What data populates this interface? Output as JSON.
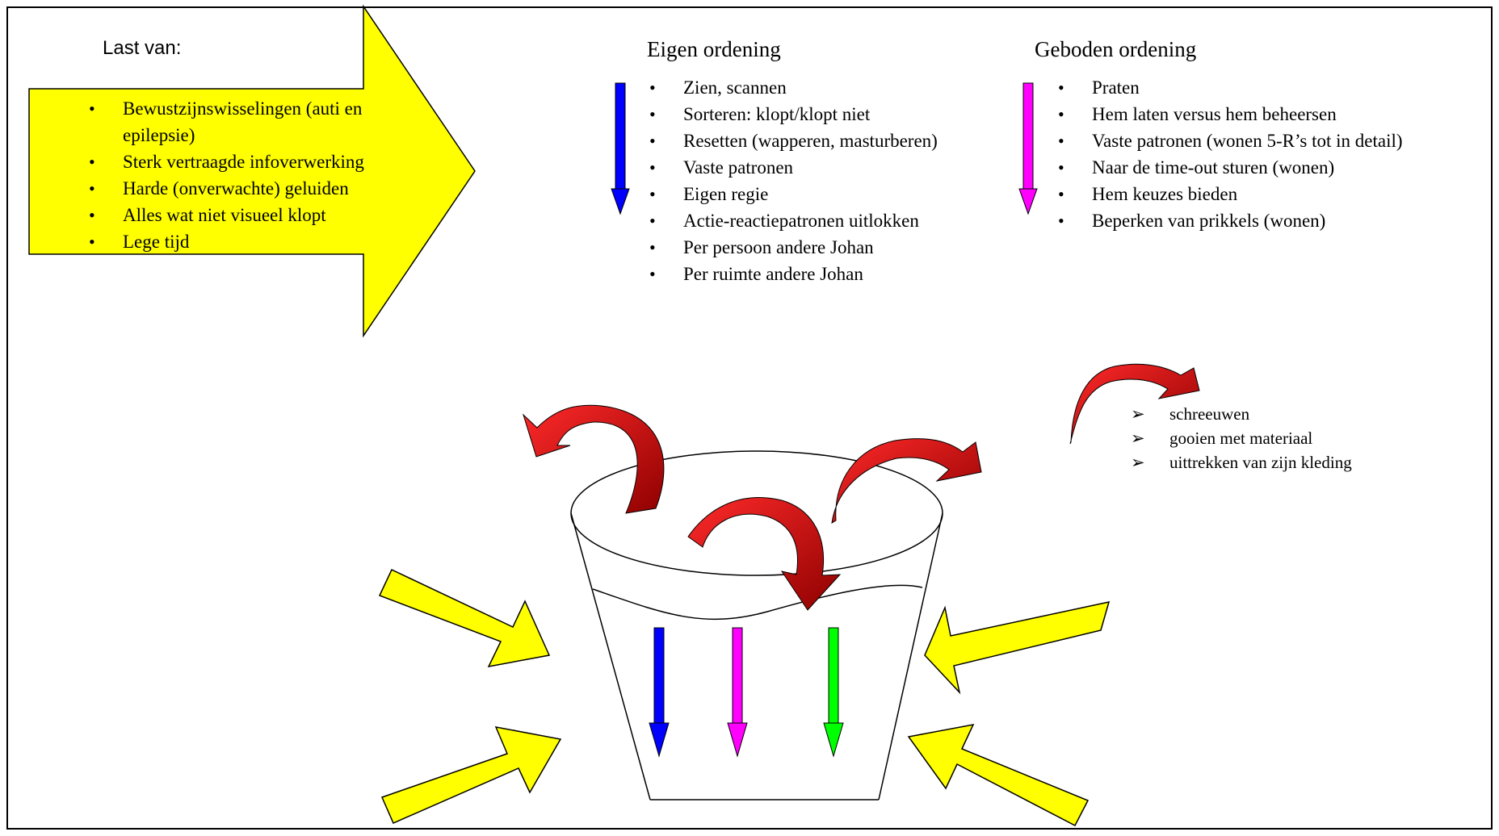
{
  "last_van": {
    "title": "Last van:",
    "items": [
      "Bewustzijnswisselingen (auti en epilepsie)",
      "Sterk vertraagde infoverwerking",
      "Harde (onverwachte) geluiden",
      "Alles wat niet visueel klopt",
      "Lege tijd"
    ]
  },
  "eigen_ordening": {
    "title": "Eigen ordening",
    "items": [
      "Zien, scannen",
      "Sorteren: klopt/klopt niet",
      "Resetten (wapperen, masturberen)",
      "Vaste patronen",
      "Eigen regie",
      "Actie-reactiepatronen uitlokken",
      "Per persoon andere Johan",
      "Per ruimte andere Johan"
    ]
  },
  "geboden_ordening": {
    "title": "Geboden ordening",
    "items": [
      "Praten",
      "Hem laten versus hem beheersen",
      "Vaste patronen (wonen 5-R’s tot in detail)",
      "Naar de time-out sturen (wonen)",
      "Hem keuzes bieden",
      "Beperken van prikkels (wonen)"
    ]
  },
  "overflow": {
    "items": [
      "schreeuwen",
      "gooien met materiaal",
      "uittrekken van zijn kleding"
    ]
  },
  "colors": {
    "yellow": "#ffff00",
    "red": "#cc0000",
    "blue": "#0000ff",
    "magenta": "#ff00ff",
    "green": "#00ff00"
  }
}
